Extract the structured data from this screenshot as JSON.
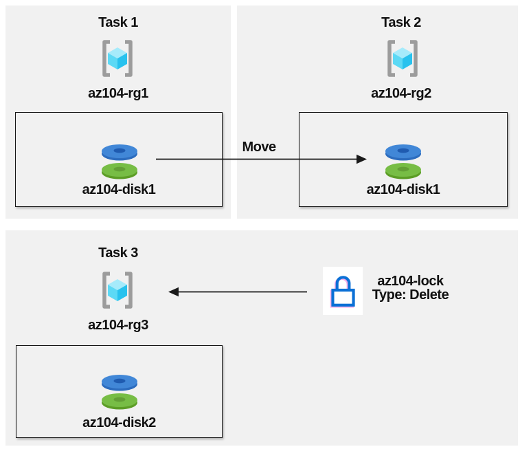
{
  "colors": {
    "canvas-bg": "#ffffff",
    "panel-bg": "#f1f1f1",
    "text": "#111111",
    "line": "#1a1a1a",
    "bracket-gray": "#9c9c9c",
    "cube-top": "#a6ebfb",
    "cube-left": "#5cd9f5",
    "cube-right": "#28c2ee",
    "disk-blue": "#4187d7",
    "disk-blue-dark": "#2c6cbe",
    "disk-blue-hole": "#1f5bb0",
    "disk-green": "#77bd45",
    "disk-green-dark": "#5c9d26",
    "disk-green-hole": "#639f36",
    "lock-blue": "#0b70d6",
    "lock-ghost": "#ef5fd2",
    "lock-bg": "#ffffff"
  },
  "panels": [
    {
      "title": "Task 1",
      "resource_group": "az104-rg1",
      "disk": "az104-disk1"
    },
    {
      "title": "Task 2",
      "resource_group": "az104-rg2",
      "disk": "az104-disk1"
    },
    {
      "title": "Task 3",
      "resource_group": "az104-rg3",
      "disk": "az104-disk2"
    }
  ],
  "arrows": {
    "move_label": "Move"
  },
  "lock": {
    "name": "az104-lock",
    "type": "Type: Delete"
  },
  "icons": {
    "resource_group": "resource-group-icon",
    "disk": "disk-icon",
    "lock": "lock-icon"
  }
}
